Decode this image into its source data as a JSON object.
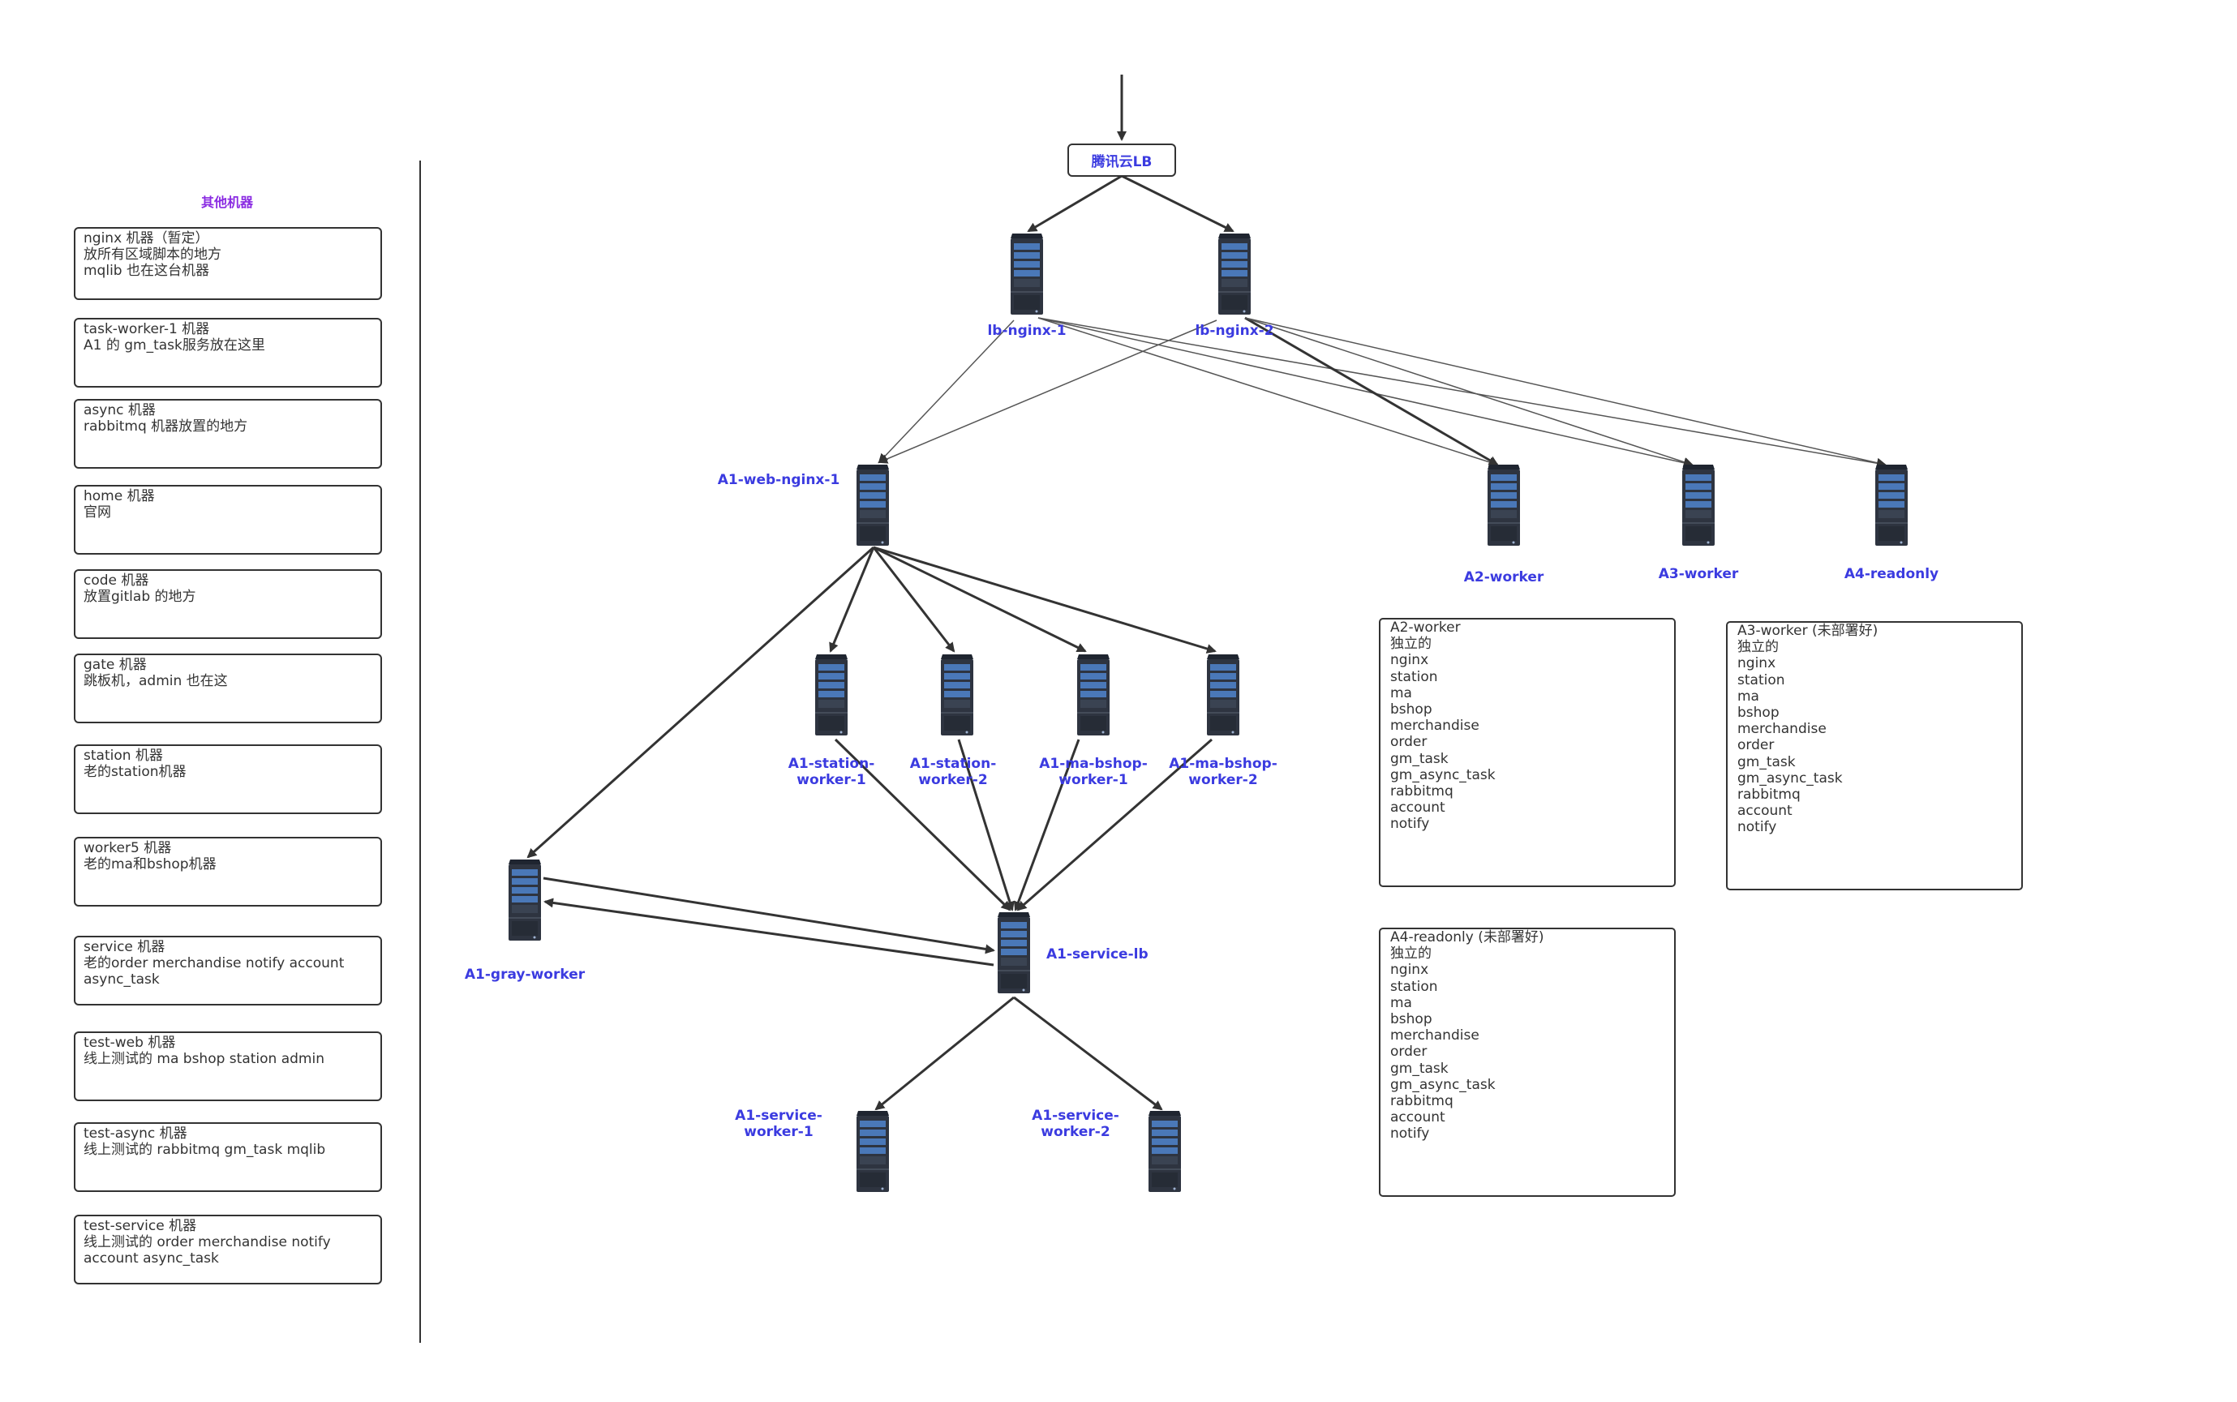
{
  "side_panel": {
    "title": "其他机器",
    "machines": [
      "nginx 机器（暂定）\n放所有区域脚本的地方\nmqlib 也在这台机器",
      "task-worker-1 机器\nA1 的 gm_task服务放在这里",
      "async 机器\nrabbitmq 机器放置的地方",
      "home 机器\n官网",
      "code 机器\n放置gitlab 的地方",
      "gate 机器\n跳板机，admin 也在这",
      "station 机器\n老的station机器",
      "worker5 机器\n老的ma和bshop机器",
      "service 机器\n老的order merchandise notify account\nasync_task",
      "test-web 机器\n线上测试的 ma bshop station admin",
      "test-async 机器\n线上测试的 rabbitmq gm_task mqlib",
      "test-service 机器\n线上测试的 order merchandise notify\naccount async_task"
    ]
  },
  "diagram": {
    "lb_label": "腾讯云LB",
    "nodes": {
      "lb_nginx_1": "lb-nginx-1",
      "lb_nginx_2": "lb-nginx-2",
      "a1_web_nginx_1": "A1-web-nginx-1",
      "a2_worker": "A2-worker",
      "a3_worker": "A3-worker",
      "a4_readonly": "A4-readonly",
      "a1_station_worker_1": "A1-station-\nworker-1",
      "a1_station_worker_2": "A1-station-\nworker-2",
      "a1_ma_bshop_worker_1": "A1-ma-bshop-\nworker-1",
      "a1_ma_bshop_worker_2": "A1-ma-bshop-\nworker-2",
      "a1_gray_worker": "A1-gray-worker",
      "a1_service_lb": "A1-service-lb",
      "a1_service_worker_1": "A1-service-\nworker-1",
      "a1_service_worker_2": "A1-service-\nworker-2"
    },
    "info_boxes": {
      "a2": "A2-worker\n独立的\nnginx\nstation\nma\nbshop\nmerchandise\norder\ngm_task\ngm_async_task\nrabbitmq\naccount\nnotify",
      "a3": "A3-worker (未部署好)\n独立的\nnginx\nstation\nma\nbshop\nmerchandise\norder\ngm_task\ngm_async_task\nrabbitmq\naccount\nnotify",
      "a4": "A4-readonly (未部署好)\n独立的\nnginx\nstation\nma\nbshop\nmerchandise\norder\ngm_task\ngm_async_task\nrabbitmq\naccount\nnotify"
    }
  },
  "colors": {
    "label_blue": "#3b3be0",
    "title_purple": "#8a2be2",
    "server_dark": "#2e3440",
    "server_screen": "#4a78b8"
  }
}
